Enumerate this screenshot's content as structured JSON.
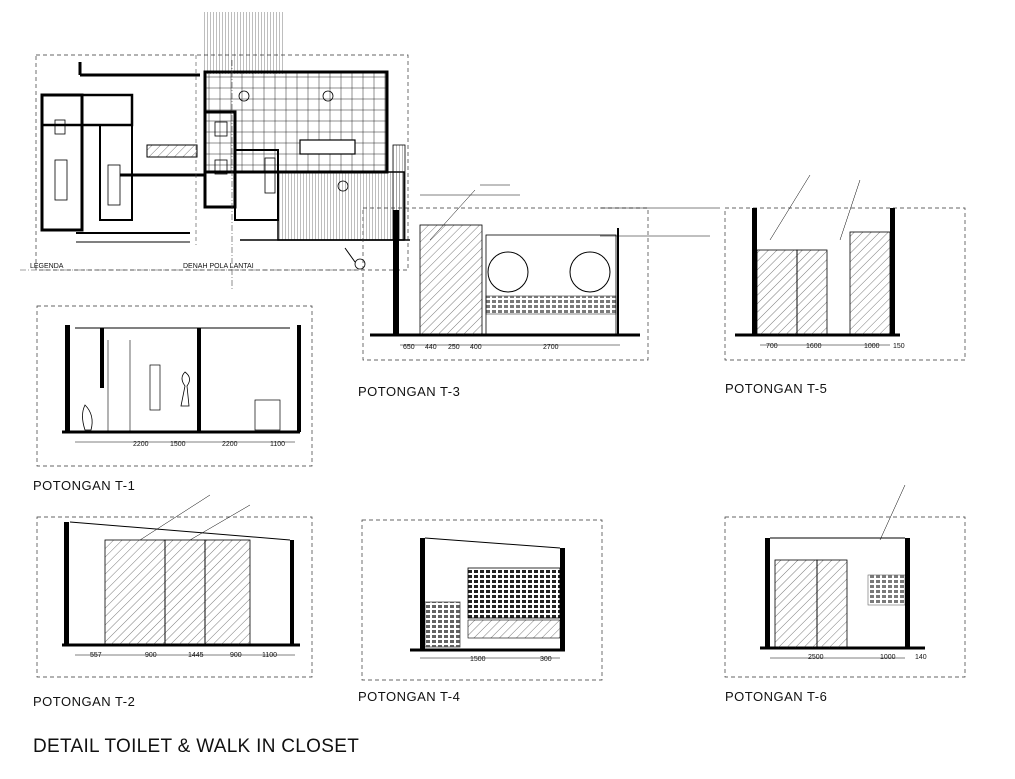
{
  "drawing": {
    "title": "DETAIL TOILET & WALK IN CLOSET",
    "plan_labels": {
      "legend": "LEGENDA",
      "plan": "DENAH POLA LANTAI"
    },
    "sections": [
      {
        "id": "t1",
        "caption": "POTONGAN T-1",
        "dims": [
          "2200",
          "1500",
          "2200",
          "1100"
        ]
      },
      {
        "id": "t2",
        "caption": "POTONGAN T-2",
        "dims": [
          "557",
          "900",
          "1445",
          "900",
          "1100"
        ]
      },
      {
        "id": "t3",
        "caption": "POTONGAN T-3",
        "dims": [
          "650",
          "440",
          "250",
          "400",
          "2700"
        ]
      },
      {
        "id": "t4",
        "caption": "POTONGAN T-4",
        "dims": [
          "1500",
          "300"
        ]
      },
      {
        "id": "t5",
        "caption": "POTONGAN T-5",
        "dims": [
          "700",
          "1600",
          "1000",
          "150"
        ]
      },
      {
        "id": "t6",
        "caption": "POTONGAN T-6",
        "dims": [
          "2500",
          "1000",
          "140"
        ]
      }
    ]
  }
}
